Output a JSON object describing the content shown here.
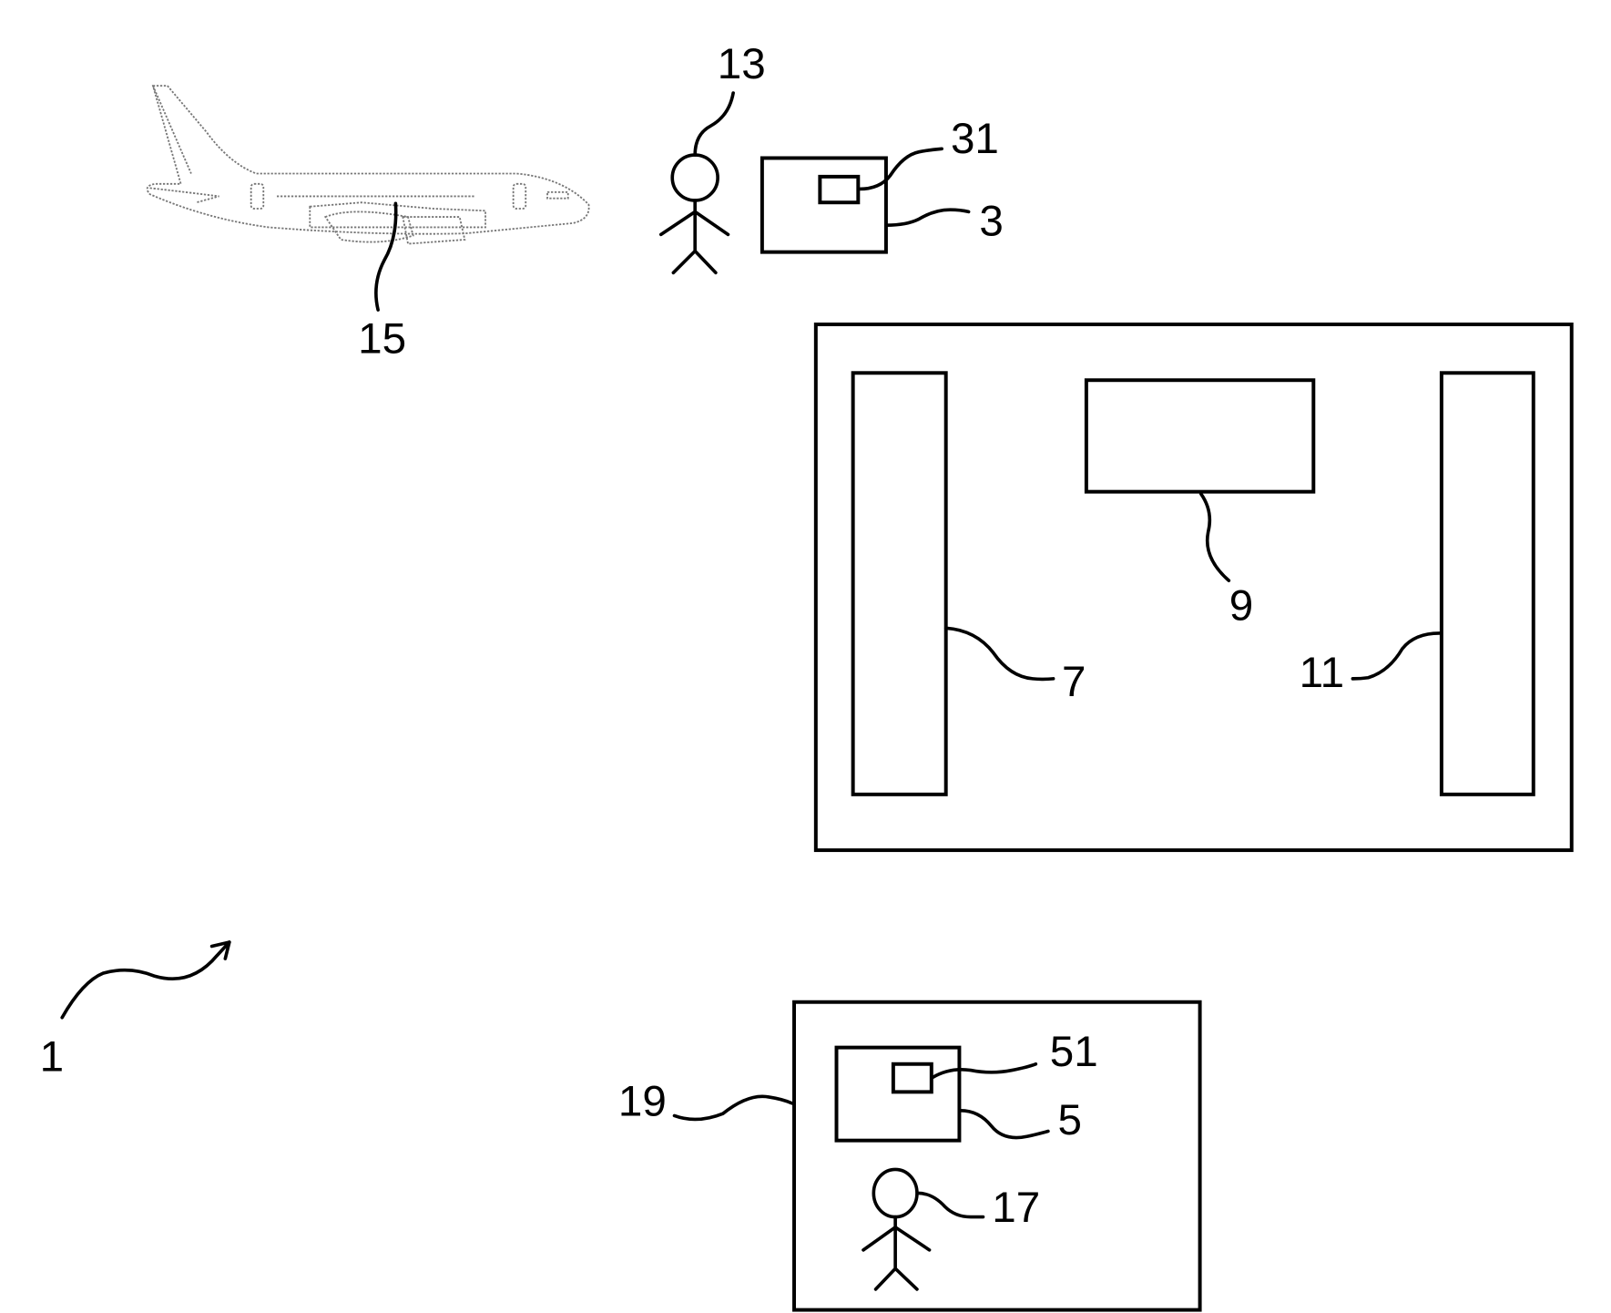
{
  "figure": {
    "labels": {
      "system": "1",
      "device_operator": "3",
      "device_operator_module": "31",
      "device_remote": "5",
      "device_remote_module": "51",
      "component_left": "7",
      "component_top": "9",
      "component_right": "11",
      "operator": "13",
      "aircraft": "15",
      "remote_person": "17",
      "remote_station": "19"
    }
  }
}
